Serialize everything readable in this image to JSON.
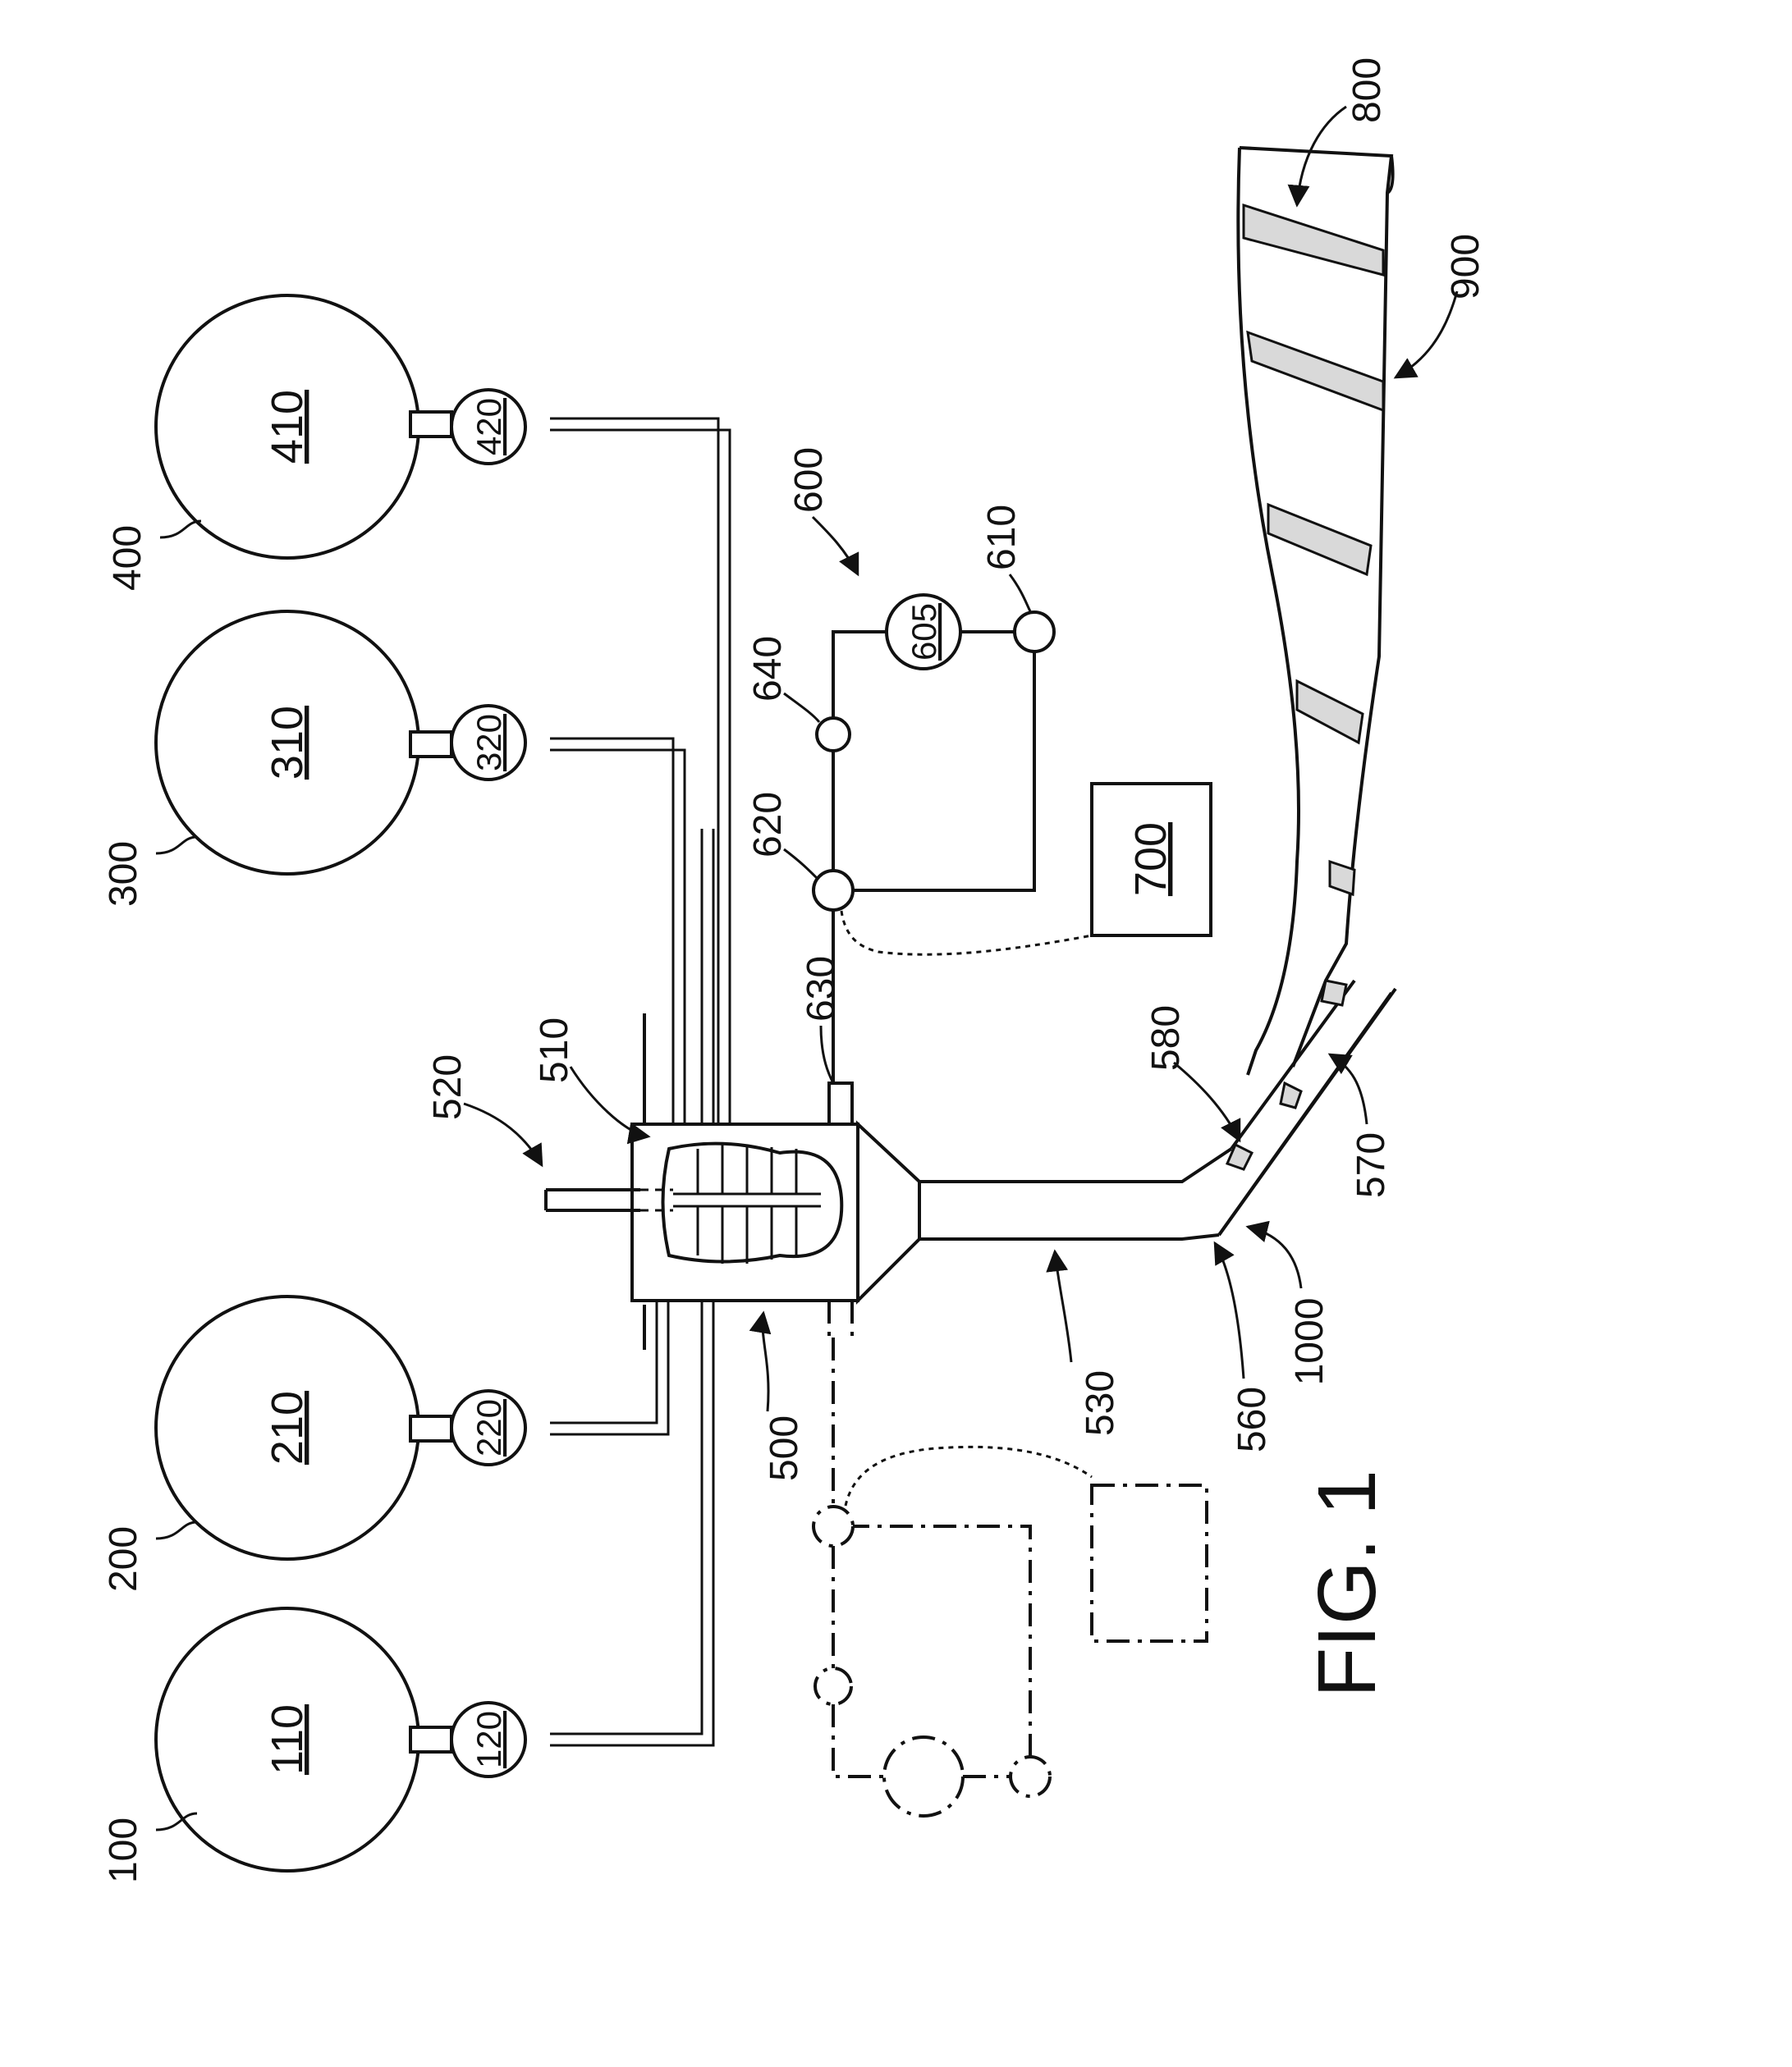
{
  "figure": {
    "caption": "FIG. 1",
    "labels": {
      "l100": "100",
      "l110": "110",
      "l120": "120",
      "l200": "200",
      "l210": "210",
      "l220": "220",
      "l300": "300",
      "l310": "310",
      "l320": "320",
      "l400": "400",
      "l410": "410",
      "l420": "420",
      "l500": "500",
      "l510": "510",
      "l520": "520",
      "l530": "530",
      "l560": "560",
      "l570": "570",
      "l580": "580",
      "l600": "600",
      "l605": "605",
      "l610": "610",
      "l620": "620",
      "l630": "630",
      "l640": "640",
      "l700": "700",
      "l800": "800",
      "l900": "900",
      "l1000": "1000"
    }
  }
}
